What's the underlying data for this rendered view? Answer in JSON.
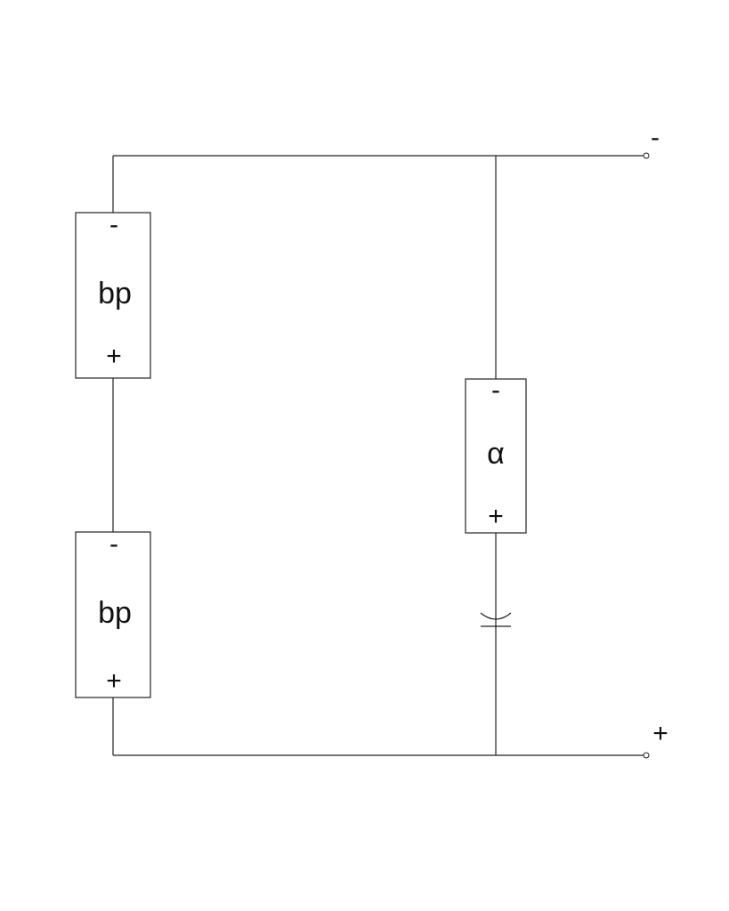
{
  "terminals": {
    "top": "-",
    "bottom": "+"
  },
  "components": {
    "bp_top": {
      "name": "bp",
      "neg": "-",
      "pos": "+"
    },
    "bp_bottom": {
      "name": "bp",
      "neg": "-",
      "pos": "+"
    },
    "alpha": {
      "name": "α",
      "neg": "-",
      "pos": "+"
    }
  },
  "colors": {
    "line": "#222222",
    "background": "#ffffff"
  }
}
